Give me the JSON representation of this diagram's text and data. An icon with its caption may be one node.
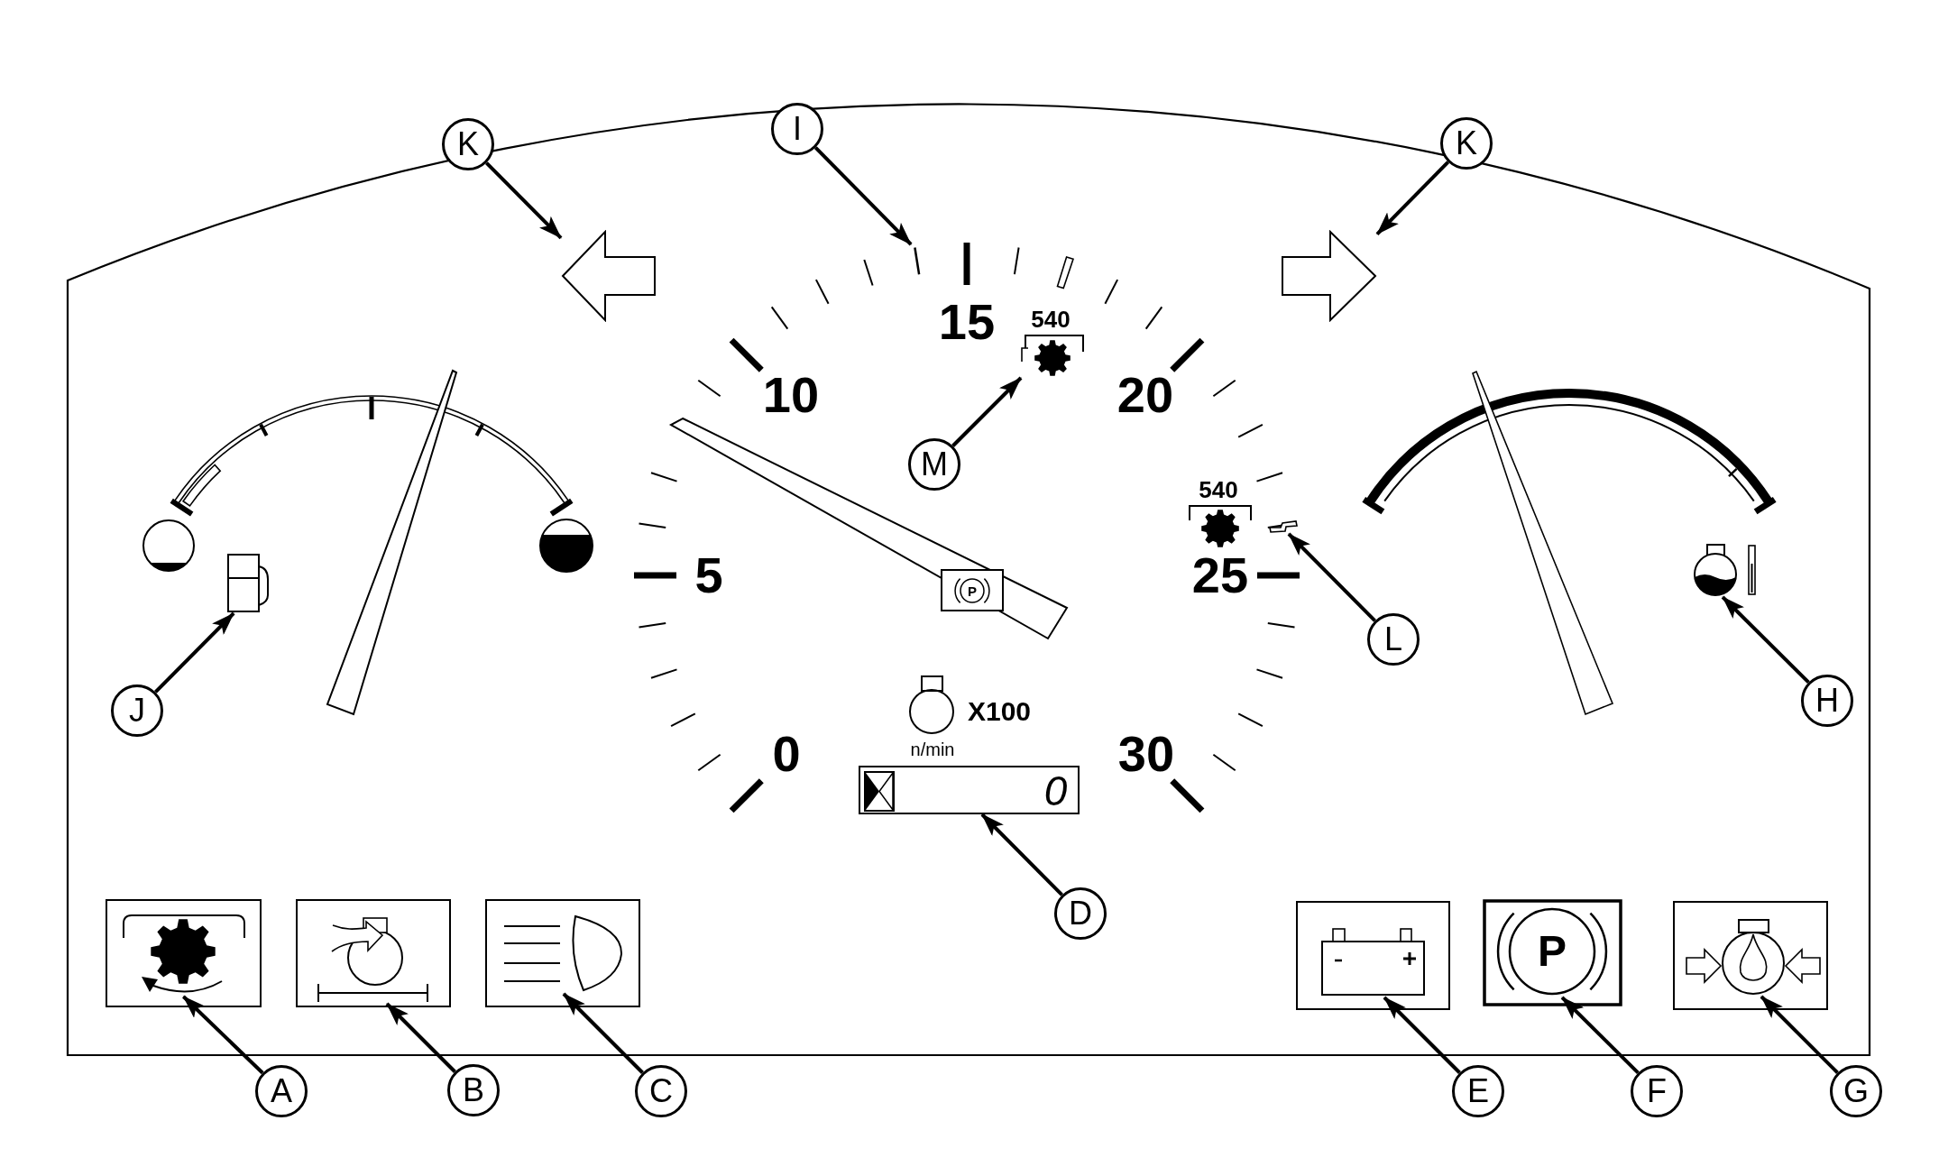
{
  "diagram": {
    "nodes": [
      {
        "text": [
          "K"
        ]
      },
      {
        "text": [],
        "shape": "arrow"
      },
      {
        "text": [
          "I"
        ]
      },
      {
        "text": [],
        "shape": "line"
      },
      {
        "text": [
          "K"
        ]
      },
      {
        "text": [],
        "shape": "arrow"
      },
      {
        "text": [
          "M"
        ]
      },
      {
        "text": [],
        "shape": "picture",
        "beside": [
          "540"
        ]
      },
      {
        "text": [
          "P"
        ]
      },
      {
        "text": [
          "L"
        ]
      },
      {
        "text": [],
        "shape": "picture"
      },
      {
        "text": [
          "J"
        ]
      },
      {
        "text": [],
        "shape": "picture"
      },
      {
        "text": [
          "H"
        ]
      },
      {
        "text": [],
        "shape": "picture"
      },
      {
        "text": [
          "D"
        ]
      },
      {
        "text": [
          "0"
        ]
      },
      {
        "text": [
          "A"
        ]
      },
      {
        "text": [],
        "shape": "picture"
      },
      {
        "text": [
          "B"
        ]
      },
      {
        "text": [],
        "shape": "picture"
      },
      {
        "text": [
          "C"
        ]
      },
      {
        "text": [],
        "shape": "picture"
      },
      {
        "text": [
          "E"
        ]
      },
      {
        "text": [],
        "shape": "picture"
      },
      {
        "text": [
          "F"
        ]
      },
      {
        "text": [
          "P"
        ]
      },
      {
        "text": [
          "G"
        ]
      },
      {
        "text": [],
        "shape": "picture"
      }
    ],
    "edges": [
      {
        "from": 0,
        "to": 1,
        "arrow": "to"
      },
      {
        "from": 2,
        "to": 3,
        "arrow": "to"
      },
      {
        "from": 4,
        "to": 5,
        "arrow": "to"
      },
      {
        "from": 6,
        "to": 7,
        "arrow": "to"
      },
      {
        "from": 9,
        "to": 10,
        "arrow": "to"
      },
      {
        "from": 11,
        "to": 12,
        "arrow": "to"
      },
      {
        "from": 13,
        "to": 14,
        "arrow": "to"
      },
      {
        "from": 15,
        "to": 16,
        "arrow": "to"
      },
      {
        "from": 17,
        "to": 18,
        "arrow": "to"
      },
      {
        "from": 19,
        "to": 20,
        "arrow": "to"
      },
      {
        "from": 21,
        "to": 22,
        "arrow": "to"
      },
      {
        "from": 23,
        "to": 24,
        "arrow": "to"
      },
      {
        "from": 25,
        "to": 26,
        "arrow": "to"
      },
      {
        "from": 27,
        "to": 28,
        "arrow": "to"
      }
    ],
    "labels": [
      "15",
      "10",
      "20",
      "540",
      "5",
      "25",
      "X100",
      "0",
      "n/min",
      "30"
    ]
  }
}
